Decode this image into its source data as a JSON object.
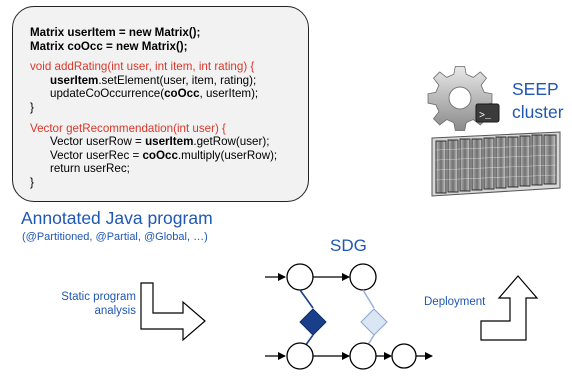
{
  "code": {
    "lines": [
      {
        "parts": [
          {
            "t": "Matrix userItem = new Matrix();",
            "cls": "b"
          }
        ]
      },
      {
        "parts": [
          {
            "t": "Matrix coOcc = new Matrix();",
            "cls": "b"
          }
        ]
      },
      {
        "gap": true
      },
      {
        "parts": [
          {
            "t": "void ",
            "cls": "red"
          },
          {
            "t": "addRating",
            "cls": "red"
          },
          {
            "t": "(int user, int item, int rating) {",
            "cls": "red"
          }
        ]
      },
      {
        "indent": true,
        "parts": [
          {
            "t": "userItem",
            "cls": "b"
          },
          {
            "t": ".setElement(user, item, rating);",
            "cls": ""
          }
        ]
      },
      {
        "indent": true,
        "parts": [
          {
            "t": "updateCoOccurrence(",
            "cls": ""
          },
          {
            "t": "coOcc",
            "cls": "b"
          },
          {
            "t": ", userItem);",
            "cls": ""
          }
        ]
      },
      {
        "parts": [
          {
            "t": "}",
            "cls": ""
          }
        ]
      },
      {
        "gap": true
      },
      {
        "parts": [
          {
            "t": "Vector ",
            "cls": "red"
          },
          {
            "t": "getRecommendation",
            "cls": "red"
          },
          {
            "t": "(int user) {",
            "cls": "red"
          }
        ]
      },
      {
        "indent": true,
        "parts": [
          {
            "t": "Vector userRow = ",
            "cls": ""
          },
          {
            "t": "userItem",
            "cls": "b"
          },
          {
            "t": ".getRow(user);",
            "cls": ""
          }
        ]
      },
      {
        "indent": true,
        "parts": [
          {
            "t": "Vector userRec = ",
            "cls": ""
          },
          {
            "t": "coOcc",
            "cls": "b"
          },
          {
            "t": ".multiply(userRow);",
            "cls": ""
          }
        ]
      },
      {
        "indent": true,
        "parts": [
          {
            "t": "return userRec;",
            "cls": ""
          }
        ]
      },
      {
        "parts": [
          {
            "t": "}",
            "cls": ""
          }
        ]
      }
    ]
  },
  "labels": {
    "java_title": "Annotated Java program",
    "java_annotations": "(@Partitioned, @Partial, @Global, …)",
    "sdg_title": "SDG",
    "seep_line1": "SEEP",
    "seep_line2": "cluster",
    "static_line1": "Static program",
    "static_line2": "analysis",
    "deployment": "Deployment"
  },
  "colors": {
    "accent_blue": "#1f57b4",
    "keyword_red": "#d9382a",
    "diamond_dark": "#1a3f8a",
    "diamond_light": "#dbe6f5"
  },
  "icons": [
    "gear-terminal-icon",
    "server-rack-icon",
    "bent-arrow-right-icon",
    "bent-arrow-up-icon"
  ]
}
